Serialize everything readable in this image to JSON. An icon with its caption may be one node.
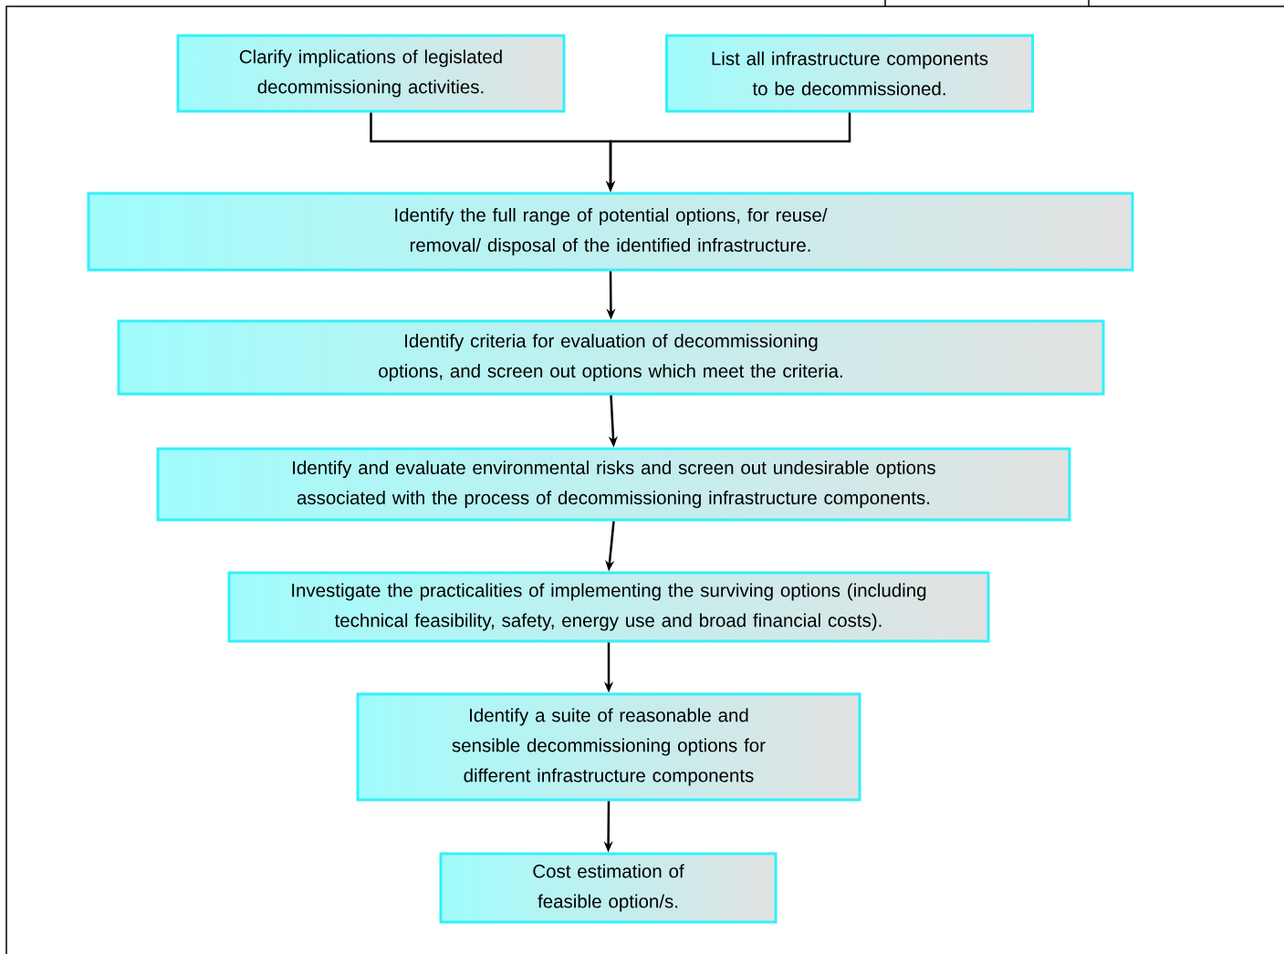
{
  "diagram": {
    "nodes": [
      {
        "text": [
          "Clarify implications of legislated decommissioning activities."
        ]
      },
      {
        "text": [
          "List all infrastructure components to be decommissioned."
        ]
      },
      {
        "text": [
          "Identify the full range of potential options, for reuse/ removal/ disposal of the identified infrastructure."
        ]
      },
      {
        "text": [
          "Identify criteria for evaluation of decommissioning options, and screen out options which meet the criteria."
        ]
      },
      {
        "text": [
          "Identify and evaluate environmental risks and screen out undesirable options associated with the process of decommissioning infrastructure components."
        ]
      },
      {
        "text": [
          "Investigate the practicalities of implementing the surviving options (including technical feasibility, safety, energy use and broad financial costs)."
        ]
      },
      {
        "text": [
          "Identify a suite of reasonable and sensible decommissioning options for different infrastructure components"
        ]
      },
      {
        "text": [
          "Cost estimation of feasible option/s."
        ]
      }
    ],
    "edges": [
      {
        "from": 0,
        "to": 2,
        "arrow": "to"
      },
      {
        "from": 1,
        "to": 2,
        "arrow": "to"
      },
      {
        "from": 2,
        "to": 3,
        "arrow": "to"
      },
      {
        "from": 3,
        "to": 4,
        "arrow": "to"
      },
      {
        "from": 4,
        "to": 5,
        "arrow": "to"
      },
      {
        "from": 5,
        "to": 6,
        "arrow": "to"
      },
      {
        "from": 6,
        "to": 7,
        "arrow": "to"
      }
    ]
  }
}
